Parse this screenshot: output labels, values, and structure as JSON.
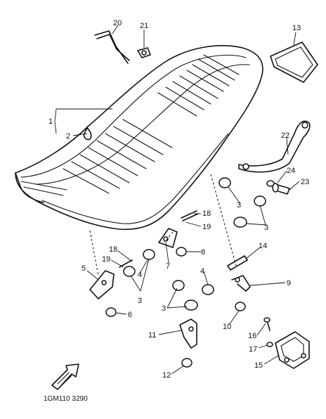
{
  "labels": {
    "p1": "1",
    "p2": "2",
    "p3a": "3",
    "p3b": "3",
    "p3c": "3",
    "p3d": "3",
    "p4a": "4",
    "p4b": "4",
    "p5": "5",
    "p6": "6",
    "p7": "7",
    "p8": "8",
    "p9": "9",
    "p10": "10",
    "p11": "11",
    "p12": "12",
    "p13": "13",
    "p14": "14",
    "p15": "15",
    "p16": "16",
    "p17": "17",
    "p18a": "18",
    "p18b": "18",
    "p19a": "19",
    "p19b": "19",
    "p20": "20",
    "p21": "21",
    "p22": "22",
    "p23": "23",
    "p24": "24"
  },
  "diagram_code": "1GM110 3290",
  "icons": {
    "front_arrow": "front-arrow-icon"
  }
}
